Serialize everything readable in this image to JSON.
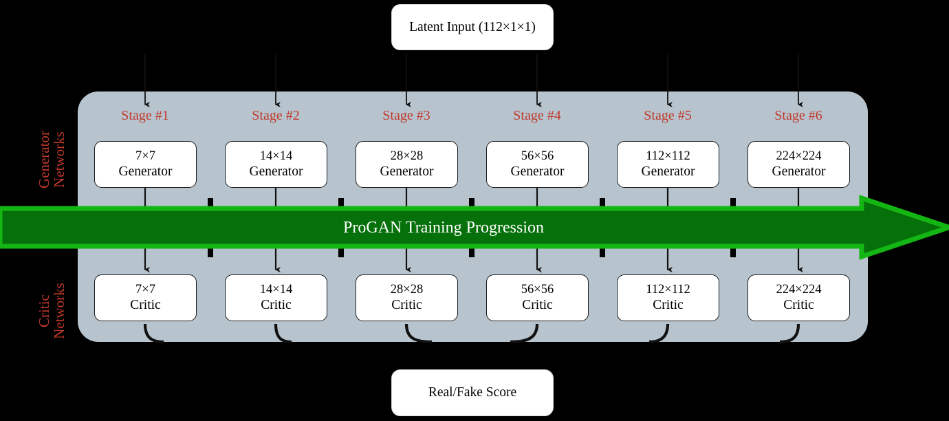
{
  "diagram": {
    "title_band": "ProGAN Training Progression",
    "input_box": "Latent Input (112×1×1)",
    "output_box": "Real/Fake Score",
    "row_labels": {
      "generator": "Generator\nNetworks",
      "generator_line1": "Generator",
      "generator_line2": "Networks",
      "critic_line1": "Critic",
      "critic_line2": "Networks"
    },
    "colors": {
      "panel": "#b7c4ce",
      "band_fill": "#06700a",
      "band_border": "#13b613",
      "band_text": "#ffffff",
      "label_red": "#c0392b",
      "background": "#000000",
      "box_fill": "#ffffff",
      "box_stroke": "#1a1a1a"
    },
    "stages": [
      {
        "label": "Stage #1",
        "generator_res": "7×7",
        "generator_role": "Generator",
        "critic_res": "7×7",
        "critic_role": "Critic"
      },
      {
        "label": "Stage #2",
        "generator_res": "14×14",
        "generator_role": "Generator",
        "critic_res": "14×14",
        "critic_role": "Critic"
      },
      {
        "label": "Stage #3",
        "generator_res": "28×28",
        "generator_role": "Generator",
        "critic_res": "28×28",
        "critic_role": "Critic"
      },
      {
        "label": "Stage #4",
        "generator_res": "56×56",
        "generator_role": "Generator",
        "critic_res": "56×56",
        "critic_role": "Critic"
      },
      {
        "label": "Stage #5",
        "generator_res": "112×112",
        "generator_role": "Generator",
        "critic_res": "112×112",
        "critic_role": "Critic"
      },
      {
        "label": "Stage #6",
        "generator_res": "224×224",
        "generator_role": "Generator",
        "critic_res": "224×224",
        "critic_role": "Critic"
      }
    ]
  }
}
